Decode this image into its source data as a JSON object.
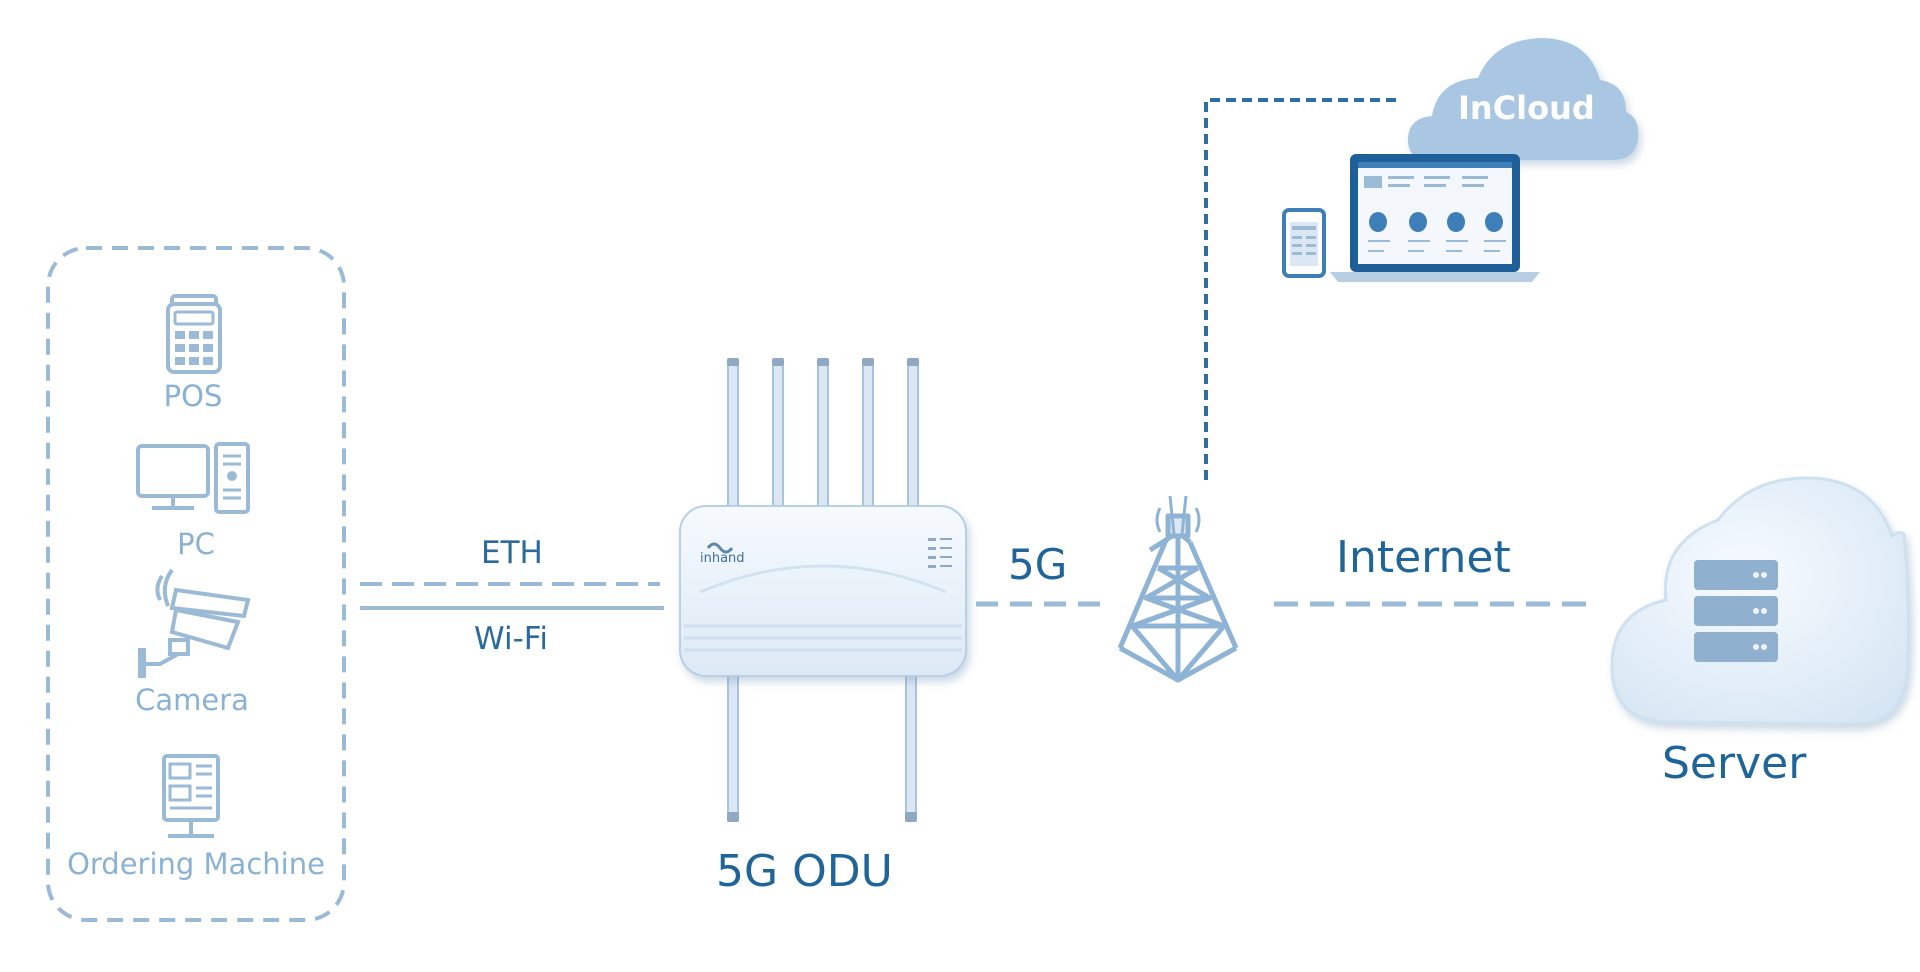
{
  "devices": {
    "items": [
      {
        "label": "POS",
        "icon": "pos-terminal-icon"
      },
      {
        "label": "PC",
        "icon": "desktop-pc-icon"
      },
      {
        "label": "Camera",
        "icon": "security-camera-icon"
      },
      {
        "label": "Ordering Machine",
        "icon": "ordering-kiosk-icon"
      }
    ]
  },
  "links": {
    "eth": "ETH",
    "wifi": "Wi-Fi",
    "cellular": "5G",
    "internet": "Internet"
  },
  "router": {
    "name": "5G ODU",
    "brand": "inhand",
    "icon": "outdoor-router-icon"
  },
  "tower": {
    "icon": "cell-tower-icon"
  },
  "cloud_platform": {
    "name": "InCloud",
    "icons": [
      "smartphone-icon",
      "laptop-dashboard-icon"
    ]
  },
  "server": {
    "name": "Server",
    "icon": "cloud-server-icon"
  },
  "colors": {
    "primary_text": "#1f6599",
    "light_text": "#8ab2d4",
    "dashed_link": "#9bbad6",
    "incloud_line": "#2c6fa6",
    "device_fill": "#eef5fb",
    "incloud_cloud": "#a9c6e2"
  }
}
